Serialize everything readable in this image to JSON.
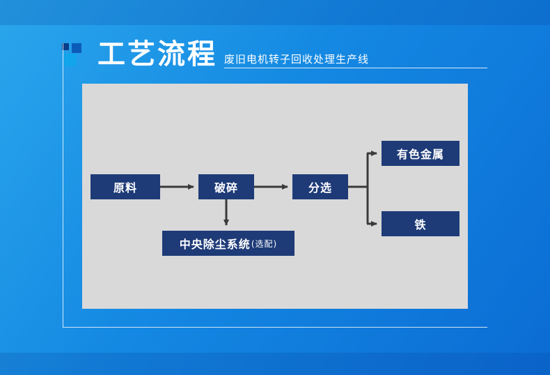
{
  "header": {
    "title": "工艺流程",
    "subtitle": "废旧电机转子回收处理生产线"
  },
  "flowchart": {
    "nodes": [
      {
        "id": "raw-material",
        "label": "原料"
      },
      {
        "id": "crushing",
        "label": "破碎"
      },
      {
        "id": "sorting",
        "label": "分选"
      },
      {
        "id": "nonferrous-metal",
        "label": "有色金属"
      },
      {
        "id": "iron",
        "label": "铁"
      },
      {
        "id": "central-dust-system",
        "label": "中央除尘系统",
        "suffix": "(选配)"
      }
    ],
    "edges": [
      {
        "from": "原料",
        "to": "破碎"
      },
      {
        "from": "破碎",
        "to": "分选"
      },
      {
        "from": "破碎",
        "to": "中央除尘系统(选配)"
      },
      {
        "from": "分选",
        "to": "有色金属"
      },
      {
        "from": "分选",
        "to": "铁"
      }
    ]
  },
  "colors": {
    "background_light": "#2aa6ec",
    "background_dark": "#0b6cd4",
    "band_overlay": "#0a5cc0",
    "panel_bg": "#d9d9d9",
    "node_bg": "#1e3b78",
    "node_text": "#ffffff",
    "arrow": "#3a3a3a",
    "title_text": "#ffffff"
  }
}
